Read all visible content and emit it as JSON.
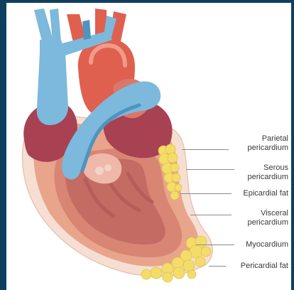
{
  "labels": {
    "parietal_line1": "Parietal",
    "parietal_line2": "pericardium",
    "serous_line1": "Serous",
    "serous_line2": "pericardium",
    "epicardial_fat": "Epicardial fat",
    "visceral_line1": "Visceral",
    "visceral_line2": "pericardium",
    "myocardium": "Myocardium",
    "pericardial_fat": "Pericardial fat"
  },
  "colors": {
    "frame": "#0f3f5f",
    "vessel_blue": "#7cb9dc",
    "vessel_blue_dark": "#4f94bf",
    "artery_red": "#e0604f",
    "myocardium_outer": "#e8a58c",
    "myocardium_inner": "#d88574",
    "chamber_dark": "#a84152",
    "pericardium": "#f6dfd2",
    "fat_yellow": "#f4dc6a"
  }
}
